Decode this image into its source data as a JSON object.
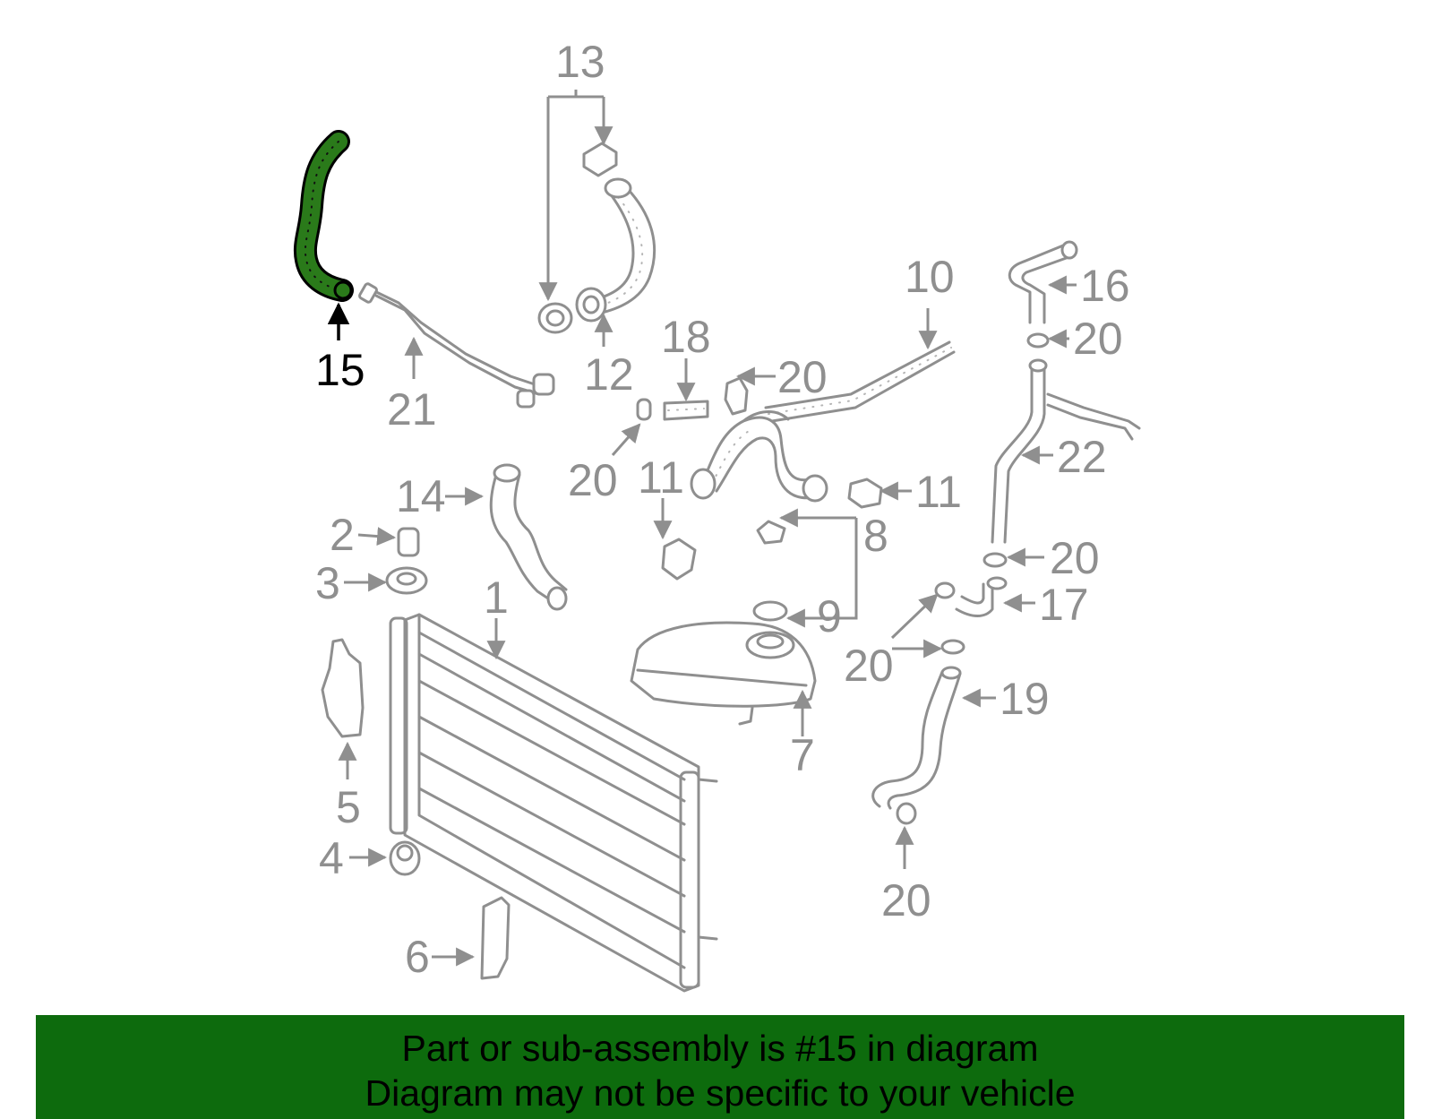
{
  "diagram": {
    "highlighted_part": "15",
    "colors": {
      "highlight": "#2a7a1a",
      "part_lines": "#8f8f8f",
      "callout_text": "#8f8f8f",
      "highlight_callout": "#000000",
      "banner": "#0d6b0d"
    },
    "callouts": [
      {
        "id": "c1",
        "label": "1"
      },
      {
        "id": "c2",
        "label": "2"
      },
      {
        "id": "c3",
        "label": "3"
      },
      {
        "id": "c4",
        "label": "4"
      },
      {
        "id": "c5",
        "label": "5"
      },
      {
        "id": "c6",
        "label": "6"
      },
      {
        "id": "c7",
        "label": "7"
      },
      {
        "id": "c8",
        "label": "8"
      },
      {
        "id": "c9",
        "label": "9"
      },
      {
        "id": "c10",
        "label": "10"
      },
      {
        "id": "c11a",
        "label": "11"
      },
      {
        "id": "c11b",
        "label": "11"
      },
      {
        "id": "c12",
        "label": "12"
      },
      {
        "id": "c13",
        "label": "13"
      },
      {
        "id": "c14",
        "label": "14"
      },
      {
        "id": "c15",
        "label": "15"
      },
      {
        "id": "c16",
        "label": "16"
      },
      {
        "id": "c17",
        "label": "17"
      },
      {
        "id": "c18",
        "label": "18"
      },
      {
        "id": "c19",
        "label": "19"
      },
      {
        "id": "c20a",
        "label": "20"
      },
      {
        "id": "c20b",
        "label": "20"
      },
      {
        "id": "c20c",
        "label": "20"
      },
      {
        "id": "c20d",
        "label": "20"
      },
      {
        "id": "c20e",
        "label": "20"
      },
      {
        "id": "c20f",
        "label": "20"
      },
      {
        "id": "c21",
        "label": "21"
      },
      {
        "id": "c22",
        "label": "22"
      }
    ]
  },
  "banner": {
    "line1": "Part or sub-assembly is #15 in diagram",
    "line2": "Diagram may not be specific to your vehicle"
  }
}
